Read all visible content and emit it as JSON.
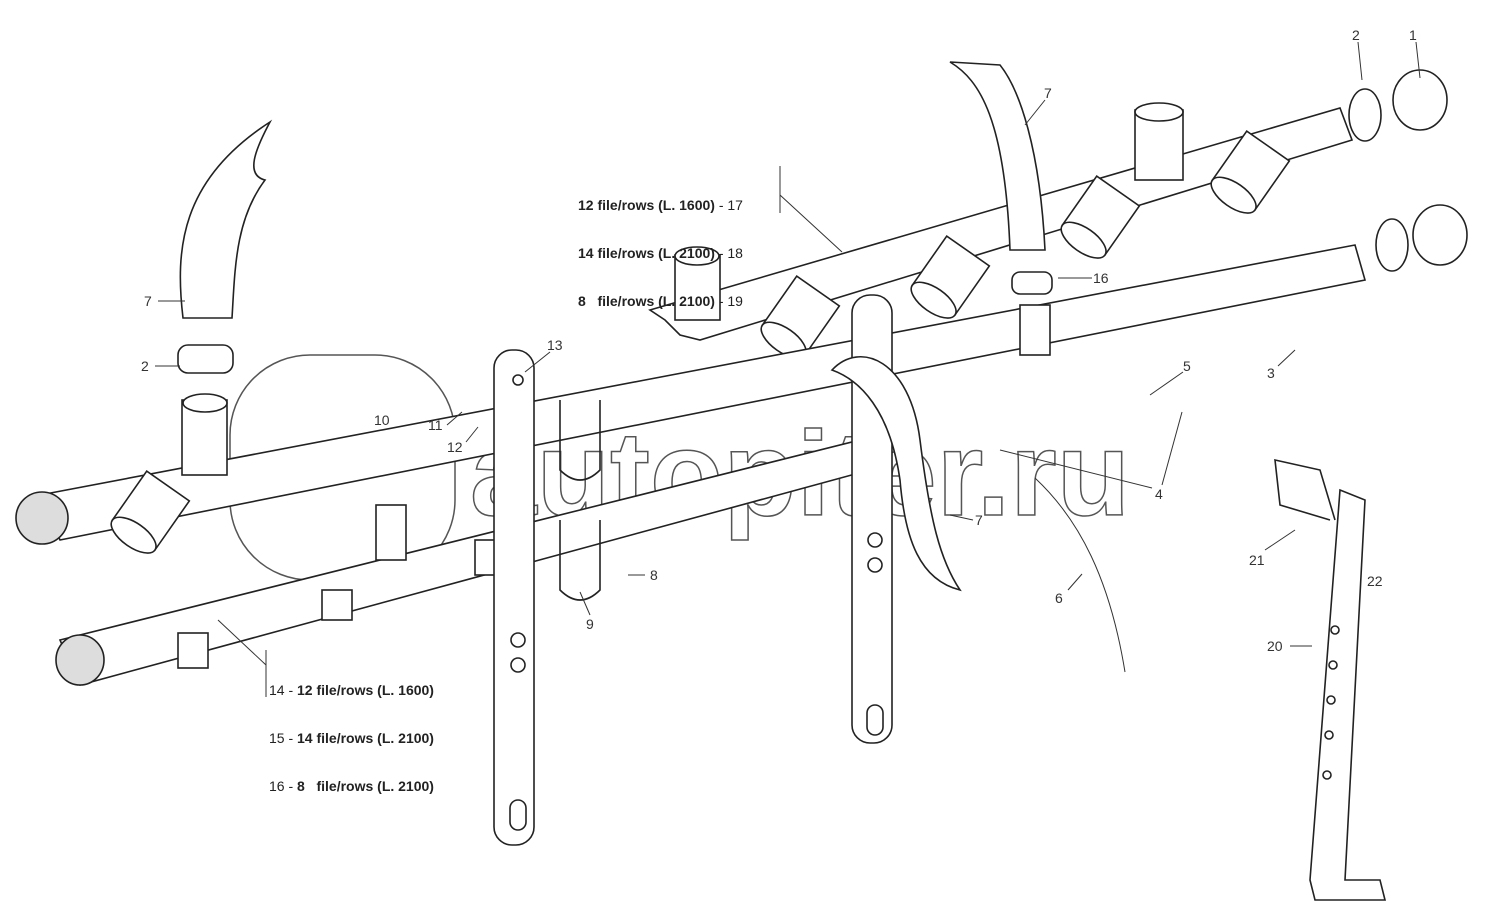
{
  "diagram": {
    "callouts": [
      "1",
      "2",
      "7",
      "16",
      "7",
      "2",
      "13",
      "5",
      "3",
      "10",
      "11",
      "12",
      "4",
      "7",
      "21",
      "22",
      "8",
      "9",
      "6",
      "20"
    ],
    "block_right": [
      {
        "desc": "12 file/rows (L. 1600)",
        "num": "- 17"
      },
      {
        "desc": "14 file/rows (L. 2100)",
        "num": "- 18"
      },
      {
        "desc": "8   file/rows (L. 2100)",
        "num": "- 19"
      }
    ],
    "block_left": [
      {
        "num": "14 -",
        "desc": "12 file/rows (L. 1600)"
      },
      {
        "num": "15 -",
        "desc": "14 file/rows (L. 2100)"
      },
      {
        "num": "16 -",
        "desc": "8   file/rows (L. 2100)"
      }
    ],
    "watermark": "autopiter.ru"
  }
}
